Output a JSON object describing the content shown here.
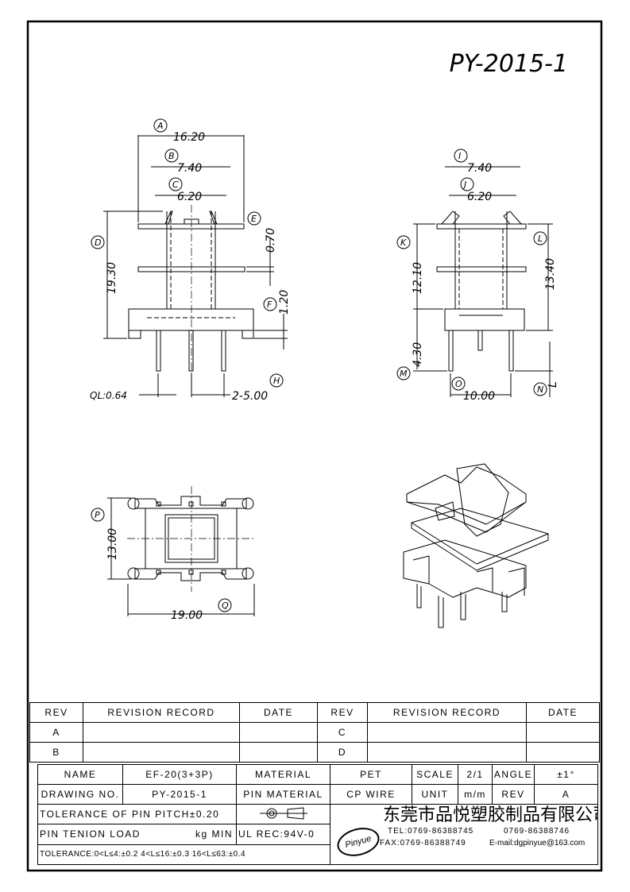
{
  "title": "PY-2015-1",
  "front_view": {
    "dims": {
      "A": "16.20",
      "B": "7.40",
      "C": "6.20",
      "D": "19.30",
      "E": "0.70",
      "F": "1.20",
      "H": "2-5.00",
      "ql": "QL:0.64"
    },
    "labels": {
      "A": "A",
      "B": "B",
      "C": "C",
      "D": "D",
      "E": "E",
      "F": "F",
      "H": "H"
    }
  },
  "side_view": {
    "dims": {
      "I": "7.40",
      "J": "6.20",
      "K": "12.10",
      "L": "13.40",
      "M": "4.30",
      "O": "10.00"
    },
    "labels": {
      "I": "I",
      "J": "J",
      "K": "K",
      "L": "L",
      "M": "M",
      "N": "N",
      "O": "O",
      "L2": "L"
    }
  },
  "bottom_view": {
    "dims": {
      "P": "13.00",
      "Q": "19.00"
    },
    "labels": {
      "P": "P",
      "Q": "Q"
    }
  },
  "revision_table": {
    "headers": [
      "REV",
      "REVISION RECORD",
      "DATE",
      "REV",
      "REVISION RECORD",
      "DATE"
    ],
    "rows": [
      [
        "A",
        "",
        "",
        "C",
        "",
        ""
      ],
      [
        "B",
        "",
        "",
        "D",
        "",
        ""
      ]
    ]
  },
  "title_block": {
    "name_label": "NAME",
    "name": "EF-20(3+3P)",
    "material_label": "MATERIAL",
    "material": "PET",
    "scale_label": "SCALE",
    "scale": "2/1",
    "angle_label": "ANGLE",
    "angle": "±1°",
    "drawing_no_label": "DRAWING NO.",
    "drawing_no": "PY-2015-1",
    "pin_material_label": "PIN MATERIAL",
    "pin_material": "CP WIRE",
    "unit_label": "UNIT",
    "unit": "m/m",
    "rev_label": "REV",
    "rev": "A",
    "pin_pitch_tol": "TOLERANCE OF PIN PITCH±0.20",
    "pin_tension": "PIN TENION LOAD",
    "pin_tension_unit": "kg MIN",
    "ul": "UL REC:94V-0",
    "tolerance": "TOLERANCE:0<L≤4:±0.2  4<L≤16:±0.3  16<L≤63:±0.4",
    "company": "东莞市品悦塑胶制品有限公司",
    "logo_text": "Pinyue",
    "tel": "TEL:0769-86388745",
    "tel2": "0769-86388746",
    "fax": "FAX:0769-86388749",
    "email": "E-mail:dgpinyue@163.com"
  }
}
